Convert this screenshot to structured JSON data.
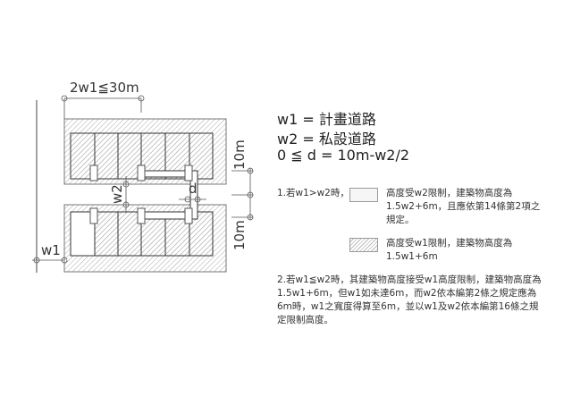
{
  "diagram": {
    "dim_top": "2w1≦30m",
    "dim_w1": "w1",
    "dim_w2": "w2",
    "dim_d": "d",
    "dim_10m_upper": "10m",
    "dim_10m_lower": "10m"
  },
  "definitions": [
    "w1 = 計畫道路",
    "w2 = 私設道路",
    "0 ≦ d = 10m-w2/2"
  ],
  "notes": {
    "rule1_prefix": "1.若w1>w2時，",
    "rule1_legend_w2": "高度受w2限制，建築物高度為1.5w2+6m，且應依第14條第2項之規定。",
    "rule1_legend_w1": "高度受w1限制，建築物高度為1.5w1+6m",
    "rule2": "2.若w1≦w2時，其建築物高度接受w1高度限制，建築物高度為1.5w1+6m，但w1如未達6m，而w2依本編第2條之規定應為6m時，w1之寬度得算至6m，並以w1及w2依本編第16條之規定限制高度。"
  },
  "colors": {
    "line": "#333333",
    "hatch": "#aaaaaa"
  }
}
